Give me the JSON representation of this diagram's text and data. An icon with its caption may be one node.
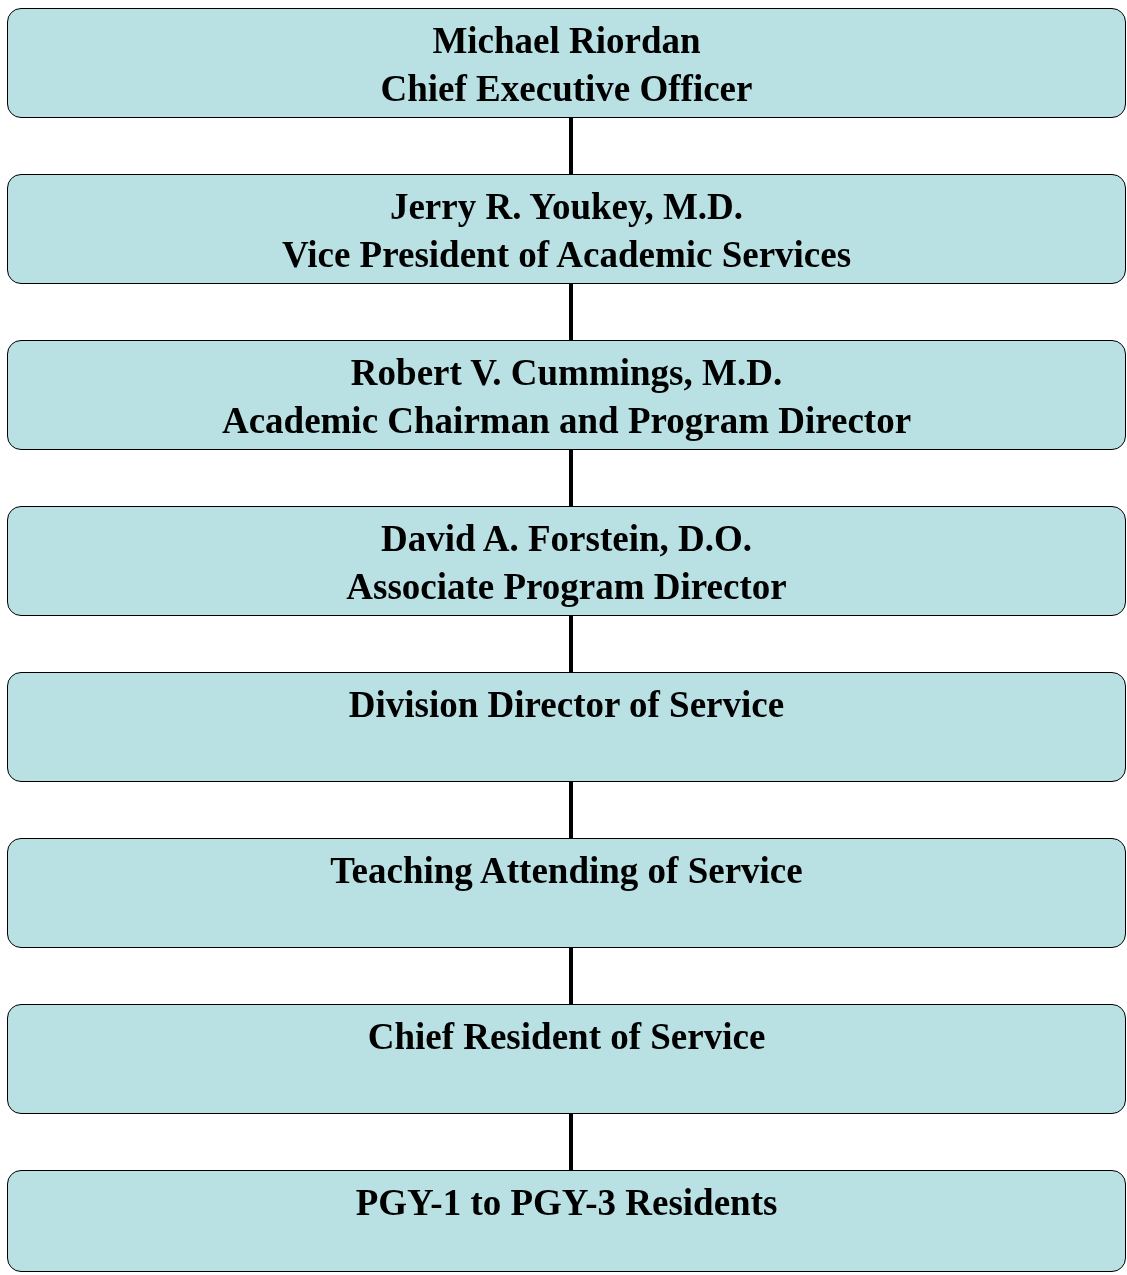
{
  "diagram": {
    "nodes": [
      {
        "text": [
          "Michael Riordan",
          "Chief Executive Officer"
        ]
      },
      {
        "text": [
          "Jerry R. Youkey, M.D.",
          "Vice President of Academic Services"
        ]
      },
      {
        "text": [
          "Robert V. Cummings, M.D.",
          "Academic Chairman and Program Director"
        ]
      },
      {
        "text": [
          "David A. Forstein, D.O.",
          "Associate Program Director"
        ]
      },
      {
        "text": [
          "Division Director of Service"
        ]
      },
      {
        "text": [
          "Teaching Attending of Service"
        ]
      },
      {
        "text": [
          "Chief Resident of Service"
        ]
      },
      {
        "text": [
          "PGY-1 to PGY-3 Residents"
        ]
      }
    ],
    "edges": [
      {
        "from": 0,
        "to": 1,
        "arrow": "none"
      },
      {
        "from": 1,
        "to": 2,
        "arrow": "none"
      },
      {
        "from": 2,
        "to": 3,
        "arrow": "none"
      },
      {
        "from": 3,
        "to": 4,
        "arrow": "none"
      },
      {
        "from": 4,
        "to": 5,
        "arrow": "none"
      },
      {
        "from": 5,
        "to": 6,
        "arrow": "none"
      },
      {
        "from": 6,
        "to": 7,
        "arrow": "none"
      }
    ]
  }
}
